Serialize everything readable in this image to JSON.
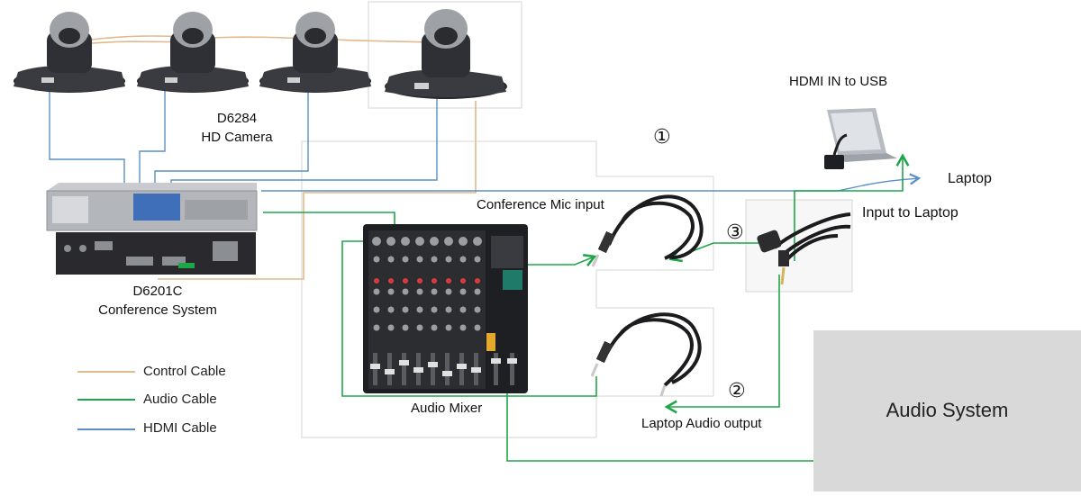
{
  "colors": {
    "control": "#e0b98c",
    "audio": "#1fa64a",
    "hdmi": "#5b8fc4",
    "device_dark": "#2a2a2e",
    "device_mid": "#55585e",
    "panel_border": "#cfcfcf"
  },
  "labels": {
    "camera_model": "D6284",
    "camera_name": "HD Camera",
    "conference_model": "D6201C",
    "conference_name": "Conference System",
    "mixer": "Audio Mixer",
    "conference_mic": "Conference Mic input",
    "laptop_output": "Laptop Audio output",
    "hdmi_usb": "HDMI  IN to USB",
    "laptop": "Laptop",
    "input_laptop": "Input to Laptop",
    "audio_system": "Audio System"
  },
  "markers": {
    "one": "①",
    "two": "②",
    "three": "③"
  },
  "legend": [
    {
      "label": "Control Cable",
      "color": "#e0b98c"
    },
    {
      "label": "Audio Cable",
      "color": "#1fa64a"
    },
    {
      "label": "HDMI Cable",
      "color": "#5b8fc4"
    }
  ],
  "icons": {
    "camera": "ptz-camera-icon",
    "conference": "conference-unit-icon",
    "mixer": "audio-mixer-icon",
    "cable": "jack-cable-icon",
    "splitter": "audio-splitter-icon",
    "laptop": "laptop-icon"
  }
}
